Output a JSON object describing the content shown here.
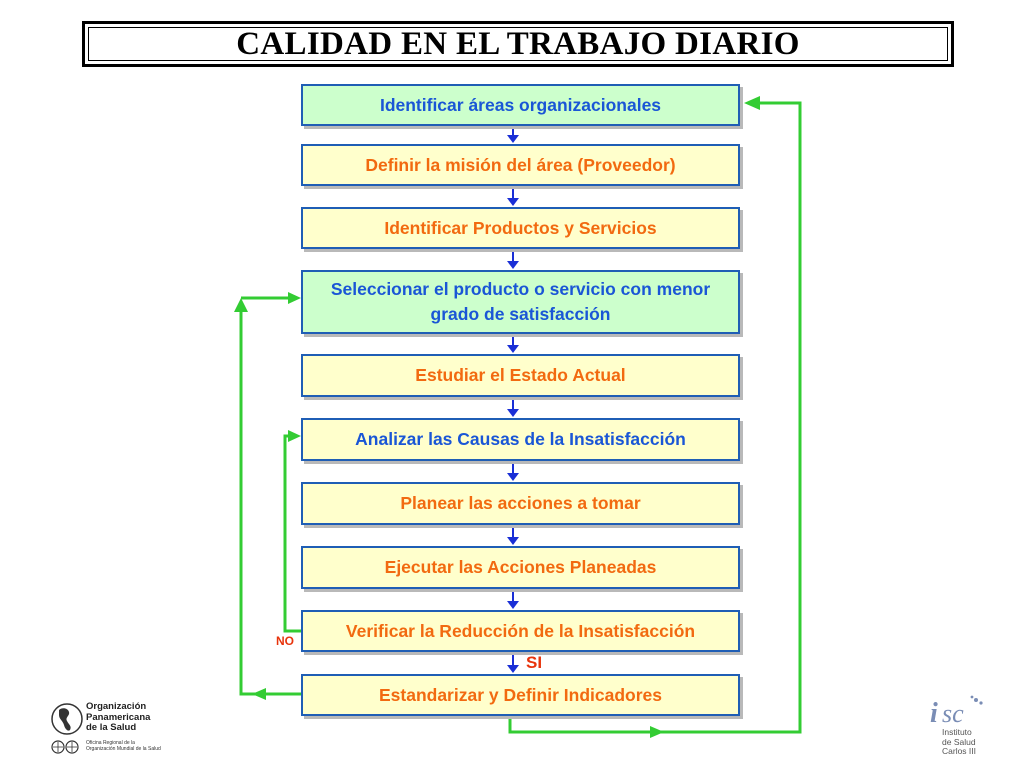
{
  "title": "CALIDAD EN EL TRABAJO DIARIO",
  "steps": [
    {
      "label": "Identificar áreas organizacionales",
      "fill": "green"
    },
    {
      "label": "Definir la misión del área (Proveedor)",
      "fill": "yellow"
    },
    {
      "label": "Identificar Productos y Servicios",
      "fill": "yellow"
    },
    {
      "label": "Seleccionar el producto o servicio con menor grado de satisfacción",
      "fill": "green"
    },
    {
      "label": "Estudiar el Estado Actual",
      "fill": "yellow"
    },
    {
      "label": "Analizar las Causas de la Insatisfacción",
      "fill": "yellow"
    },
    {
      "label": "Planear las acciones a tomar",
      "fill": "yellow"
    },
    {
      "label": "Ejecutar las Acciones Planeadas",
      "fill": "yellow"
    },
    {
      "label": "Verificar la Reducción de la Insatisfacción",
      "fill": "yellow"
    },
    {
      "label": "Estandarizar y Definir Indicadores",
      "fill": "yellow"
    }
  ],
  "decision": {
    "no": "NO",
    "yes": "SI"
  },
  "colors": {
    "flow_arrow": "#1a2fd6",
    "loop_arrow": "#33cc33",
    "box_border": "#1f5eb5",
    "green_fill": "#ccffcc",
    "yellow_fill": "#ffffcc",
    "blue_text": "#1a56d6",
    "orange_text": "#f26a10"
  },
  "logos": {
    "left": {
      "line1": "Organización",
      "line2": "Panamericana",
      "line3": "de la Salud",
      "small1": "Oficina Regional de la",
      "small2": "Organización Mundial de la Salud"
    },
    "right": {
      "line1": "Instituto",
      "line2": "de Salud",
      "line3": "Carlos III"
    }
  }
}
